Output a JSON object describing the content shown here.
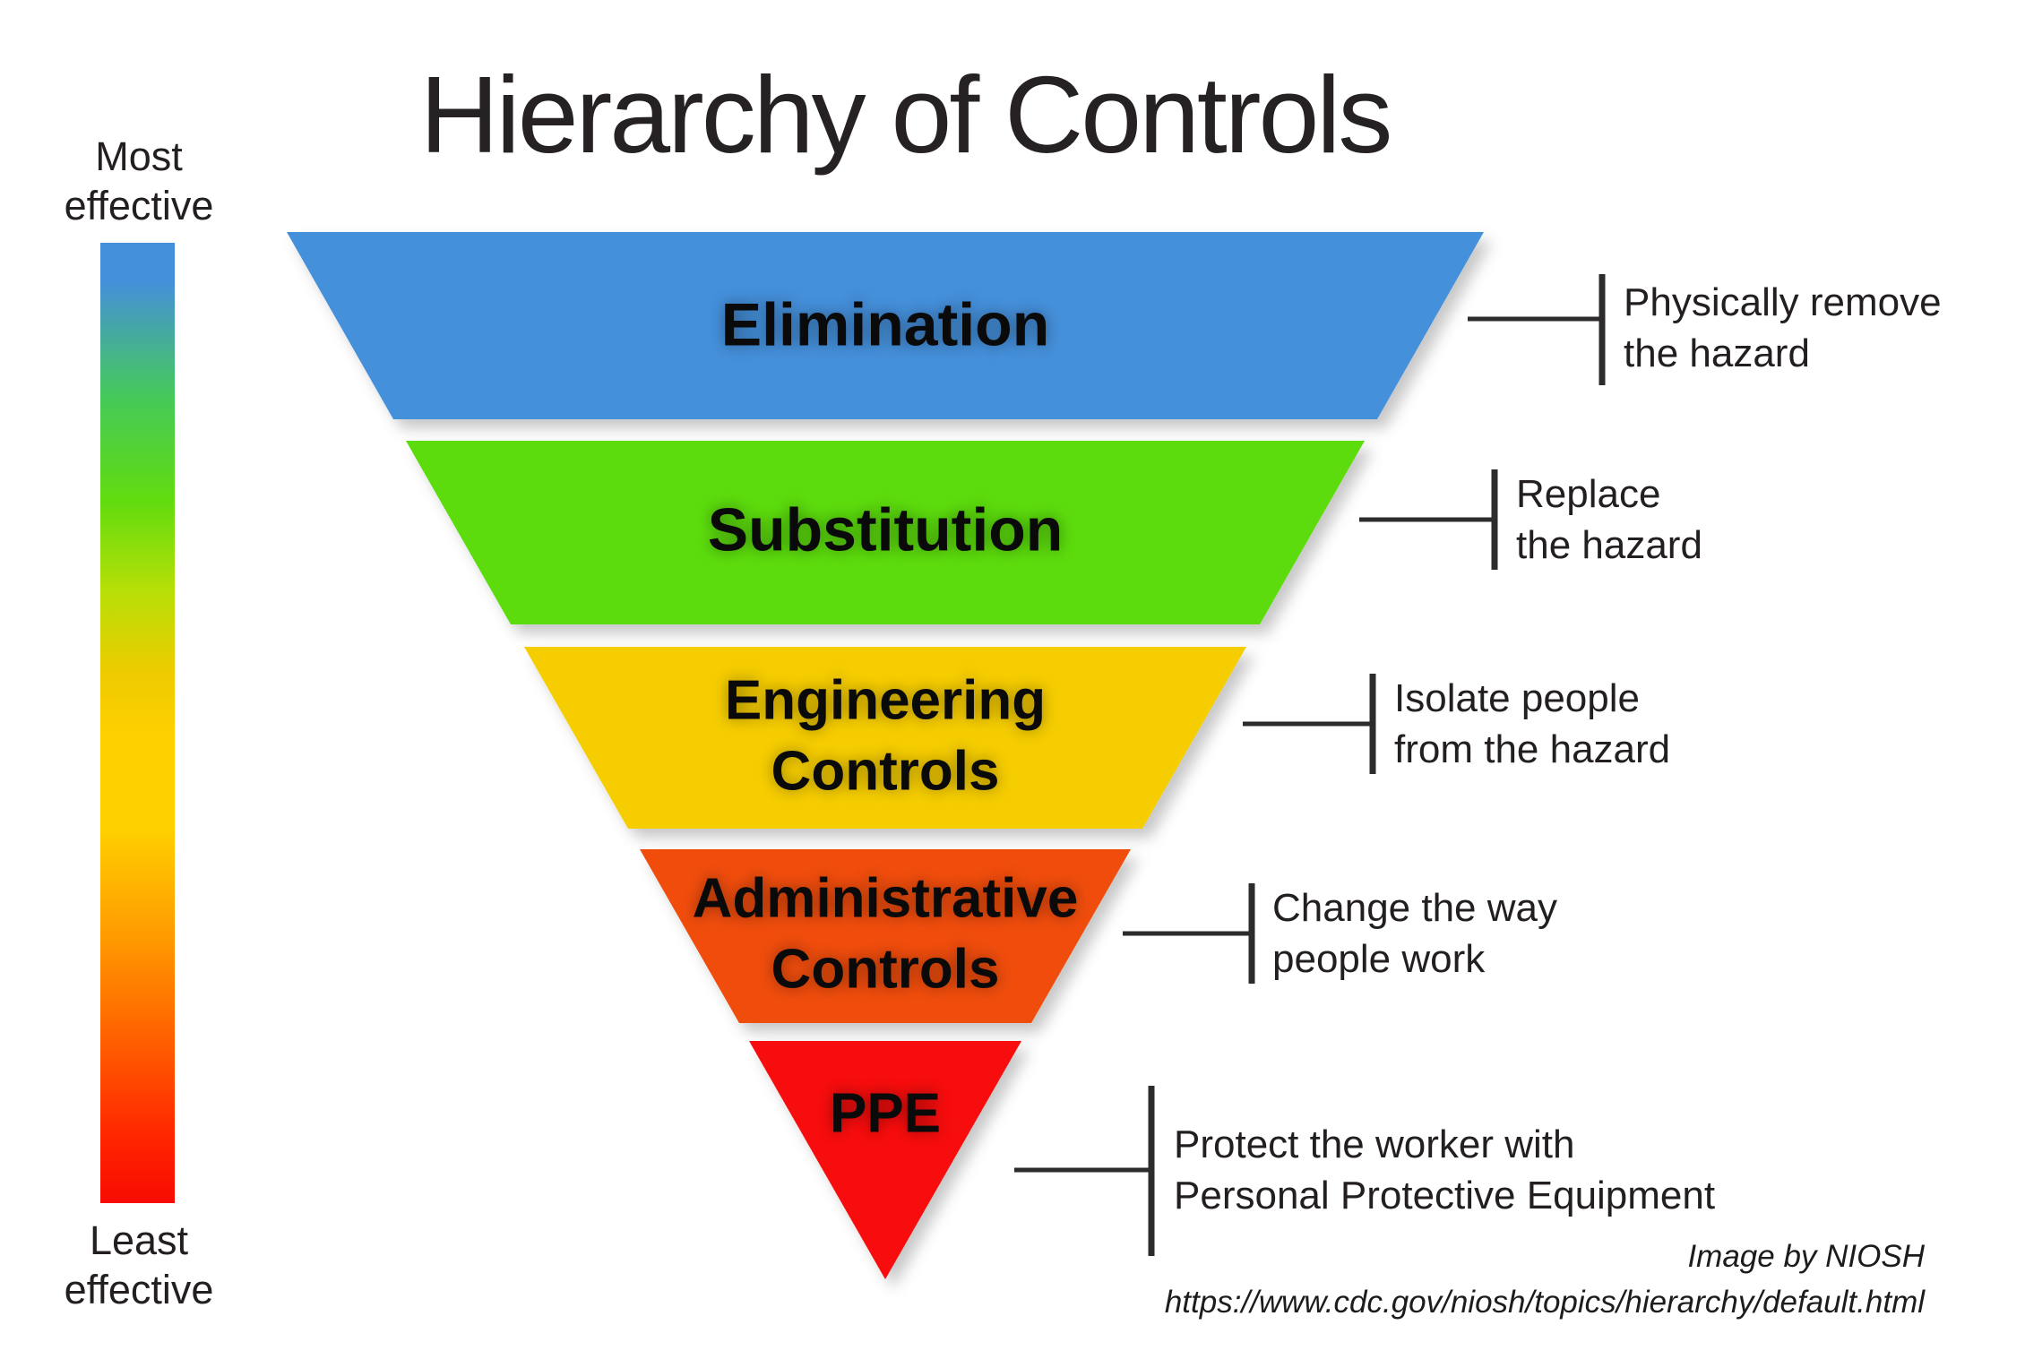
{
  "title": "Hierarchy of Controls",
  "effectiveness_scale": {
    "most_label": "Most\neffective",
    "least_label": "Least\neffective",
    "gradient_stops": [
      "#4590DB 0%",
      "#4590DB 4%",
      "#45C95A 16%",
      "#62DC0E 27%",
      "#B5DF07 36%",
      "#EFCB00 45%",
      "#FFD000 52%",
      "#FFD000 61%",
      "#FF9700 73%",
      "#FF5A00 84%",
      "#FF2600 93%",
      "#F80B02 100%"
    ]
  },
  "levels": [
    {
      "name": "Elimination",
      "color": "#4590DB",
      "description": "Physically remove\nthe hazard"
    },
    {
      "name": "Substitution",
      "color": "#5CDC0E",
      "description": "Replace\nthe hazard"
    },
    {
      "name": "Engineering\nControls",
      "color": "#F6CD06",
      "description": "Isolate people\nfrom the hazard"
    },
    {
      "name": "Administrative\nControls",
      "color": "#F04E09",
      "description": "Change the way\npeople work"
    },
    {
      "name": "PPE",
      "color": "#F70B07",
      "description": "Protect the worker with\nPersonal Protective Equipment"
    }
  ],
  "connector_color": "#2d2b2c",
  "attribution": {
    "credit": "Image by NIOSH",
    "url": "https://www.cdc.gov/niosh/topics/hierarchy/default.html"
  }
}
